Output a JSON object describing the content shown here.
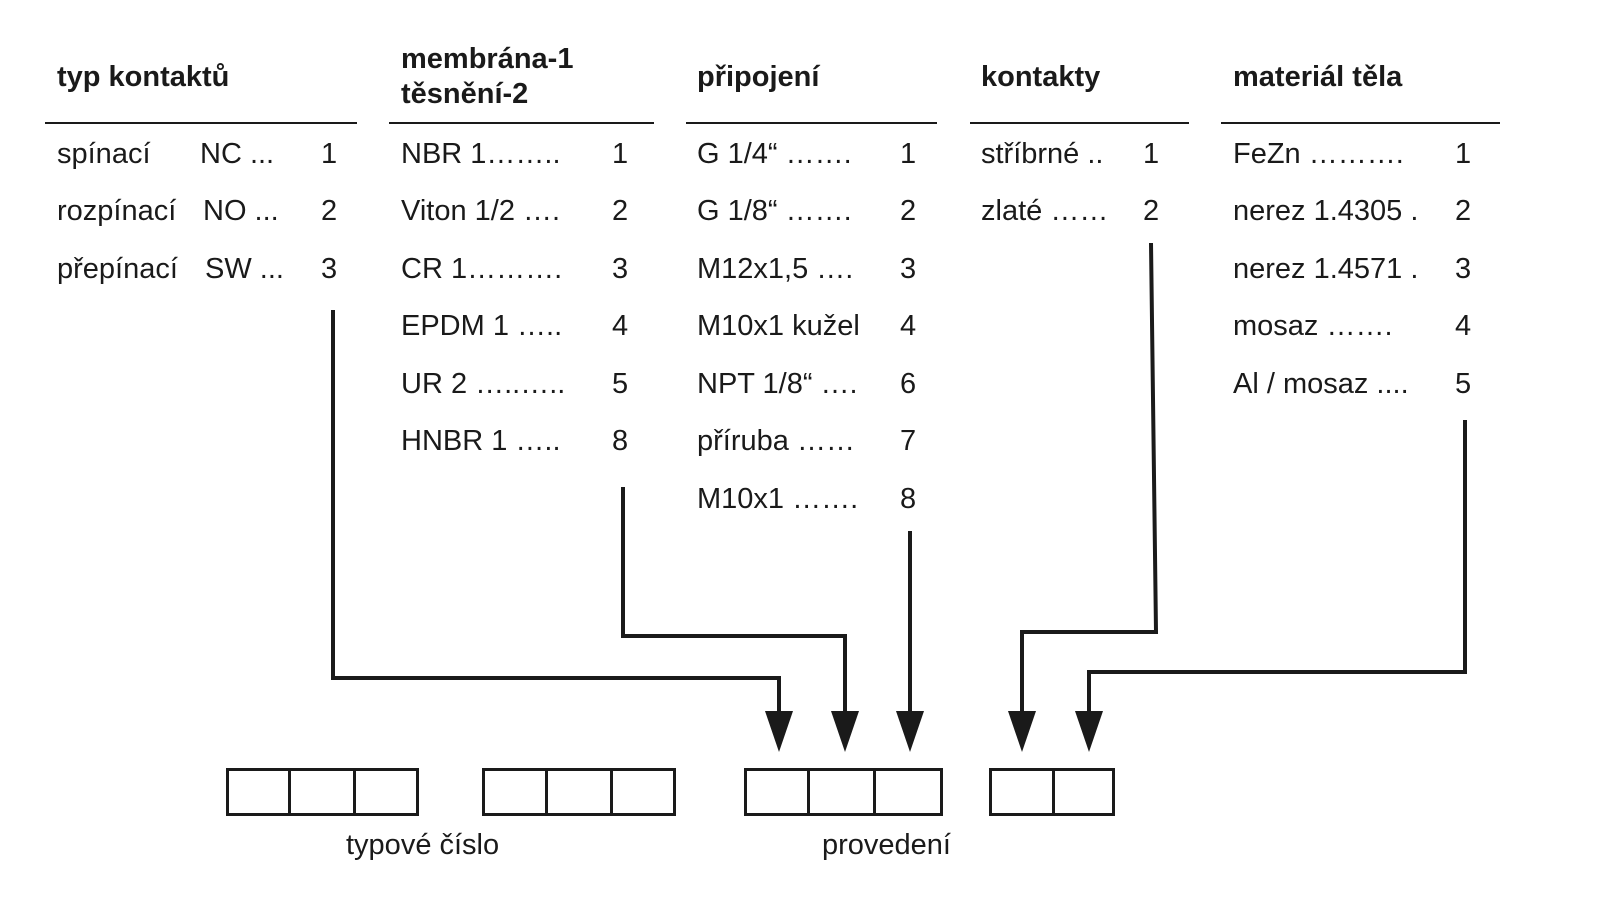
{
  "columns": [
    {
      "header_lines": [
        "typ kontaktů"
      ],
      "items": [
        {
          "label": "spínací",
          "label2": "NC ...",
          "code": "1"
        },
        {
          "label": "rozpínací",
          "label2": "NO ...",
          "code": "2"
        },
        {
          "label": "přepínací",
          "label2": "SW ...",
          "code": "3"
        }
      ]
    },
    {
      "header_lines": [
        "membrána-1",
        "těsnění-2"
      ],
      "items": [
        {
          "label": "NBR 1……..",
          "code": "1"
        },
        {
          "label": "Viton 1/2 ….",
          "code": "2"
        },
        {
          "label": "CR 1……….",
          "code": "3"
        },
        {
          "label": "EPDM 1 …..",
          "code": "4"
        },
        {
          "label": "UR 2 …..…..",
          "code": "5"
        },
        {
          "label": "HNBR 1 …..",
          "code": "8"
        }
      ]
    },
    {
      "header_lines": [
        "připojení"
      ],
      "items": [
        {
          "label": "G 1/4“ …….",
          "code": "1"
        },
        {
          "label": "G 1/8“ …….",
          "code": "2"
        },
        {
          "label": "M12x1,5 ….",
          "code": "3"
        },
        {
          "label": "M10x1 kužel",
          "code": "4"
        },
        {
          "label": "NPT 1/8“ ….",
          "code": "6"
        },
        {
          "label": "příruba ……",
          "code": "7"
        },
        {
          "label": "M10x1 …….",
          "code": "8"
        }
      ]
    },
    {
      "header_lines": [
        "kontakty"
      ],
      "items": [
        {
          "label": "stříbrné ..",
          "code": "1"
        },
        {
          "label": "zlaté ……",
          "code": "2"
        }
      ]
    },
    {
      "header_lines": [
        "materiál těla"
      ],
      "items": [
        {
          "label": "FeZn ……….",
          "code": "1"
        },
        {
          "label": "nerez 1.4305 .",
          "code": "2"
        },
        {
          "label": "nerez 1.4571 .",
          "code": "3"
        },
        {
          "label": "mosaz …….",
          "code": "4"
        },
        {
          "label": "Al / mosaz ....",
          "code": "5"
        }
      ]
    }
  ],
  "captions": {
    "type_number": "typové číslo",
    "version": "provedení"
  }
}
